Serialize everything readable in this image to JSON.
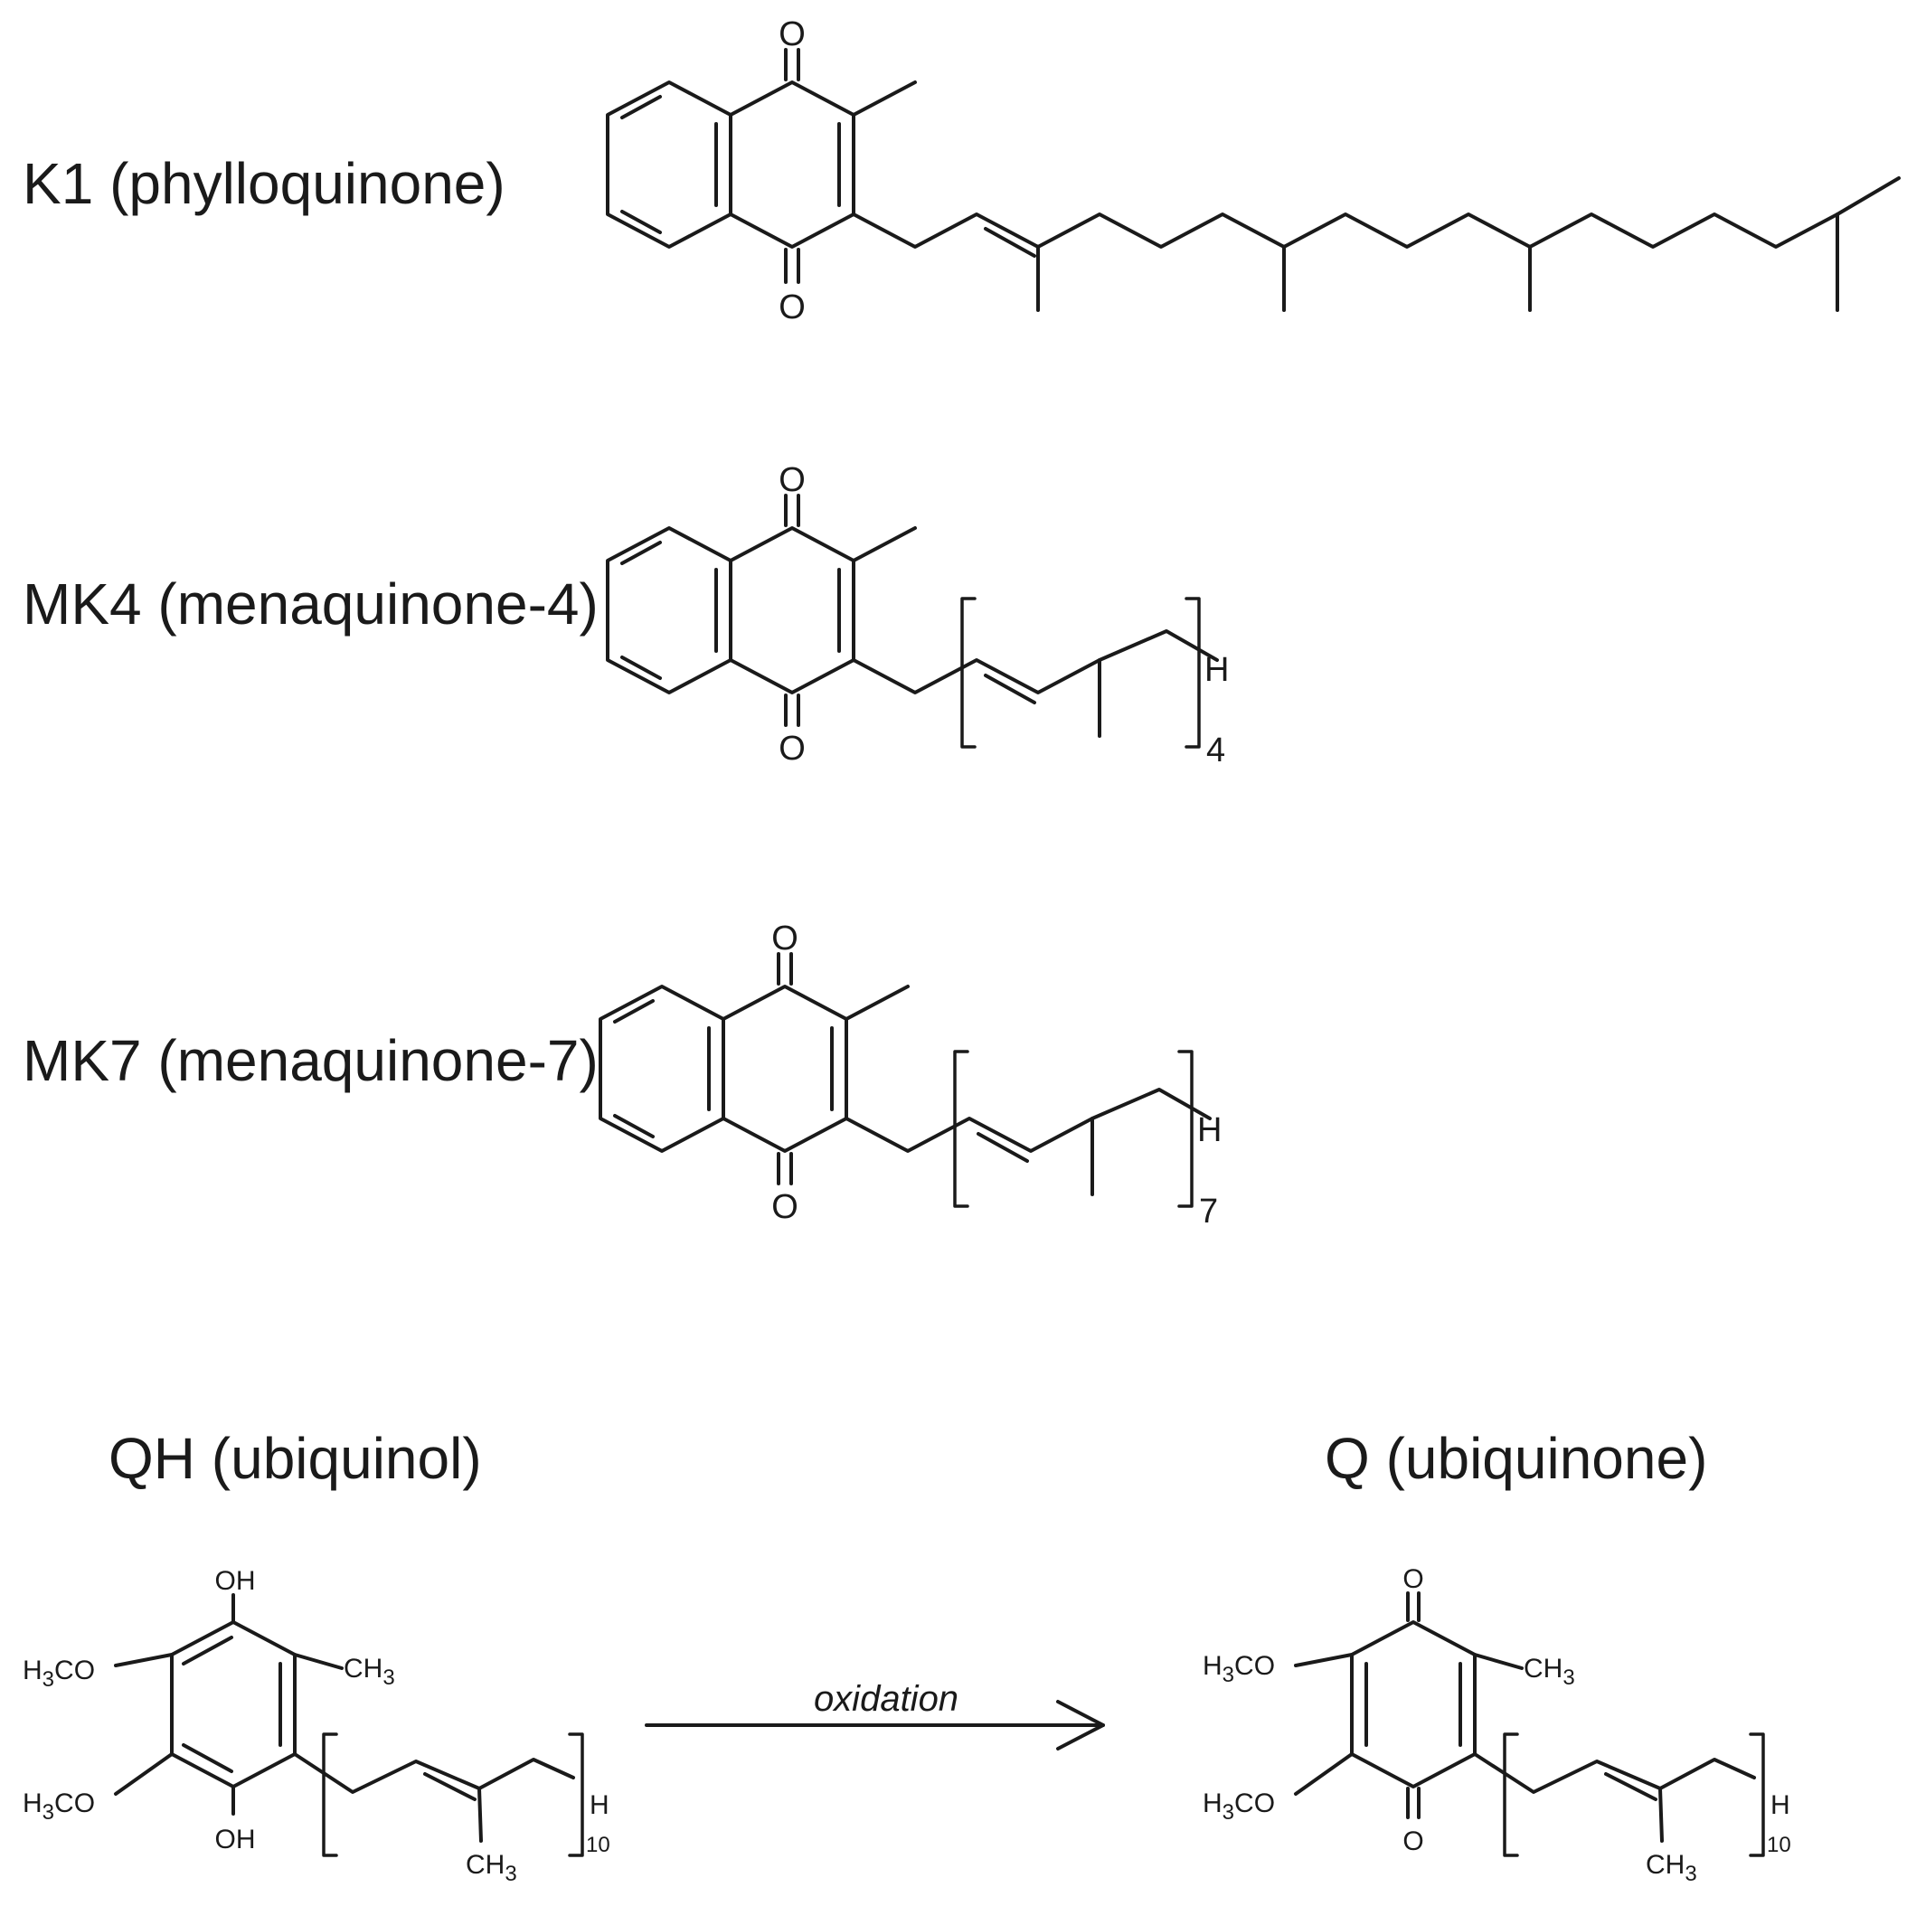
{
  "molecules": {
    "k1": {
      "name": "K1 (phylloquinone)"
    },
    "mk4": {
      "name": "MK4 (menaquinone-4)",
      "repeat": "4"
    },
    "mk7": {
      "name": "MK7 (menaquinone-7)",
      "repeat": "7"
    },
    "qh": {
      "name": "QH (ubiquinol)",
      "repeat": "10"
    },
    "q": {
      "name": "Q (ubiquinone)",
      "repeat": "10"
    }
  },
  "atoms": {
    "oxygen": "O",
    "hydrogen": "H",
    "hydroxyl": "OH",
    "methoxy_prefix": "H",
    "methoxy_sub": "3",
    "methoxy_suffix": "CO",
    "methyl_prefix": "CH",
    "methyl_sub": "3"
  },
  "reaction": {
    "label": "oxidation"
  },
  "colors": {
    "ink": "#1a1a1a",
    "background": "#ffffff"
  }
}
